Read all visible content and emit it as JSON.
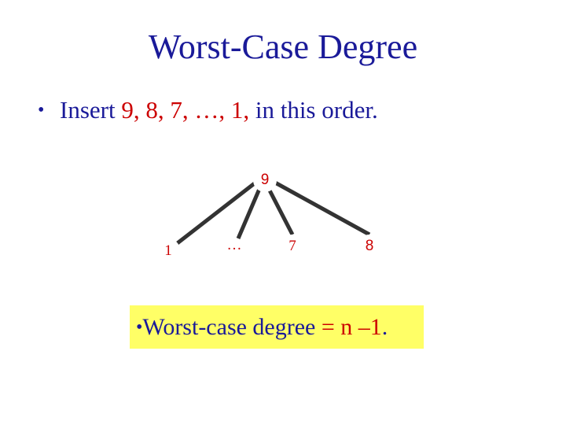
{
  "slide": {
    "title": "Worst-Case Degree",
    "bullet": {
      "prefix": "Insert ",
      "sequence": "9, 8, 7, …, 1,",
      "suffix": " in this order."
    },
    "tree": {
      "root": "9",
      "children": [
        "1",
        "…",
        "7",
        "8"
      ]
    },
    "callout": {
      "prefix": "Worst-case degree ",
      "eq": "=",
      "space": " ",
      "formula": "n –1",
      "suffix": "."
    }
  },
  "colors": {
    "text": "#1a1a99",
    "highlight": "#cc0000",
    "callout_bg": "#ffff66",
    "edge": "#333333"
  }
}
